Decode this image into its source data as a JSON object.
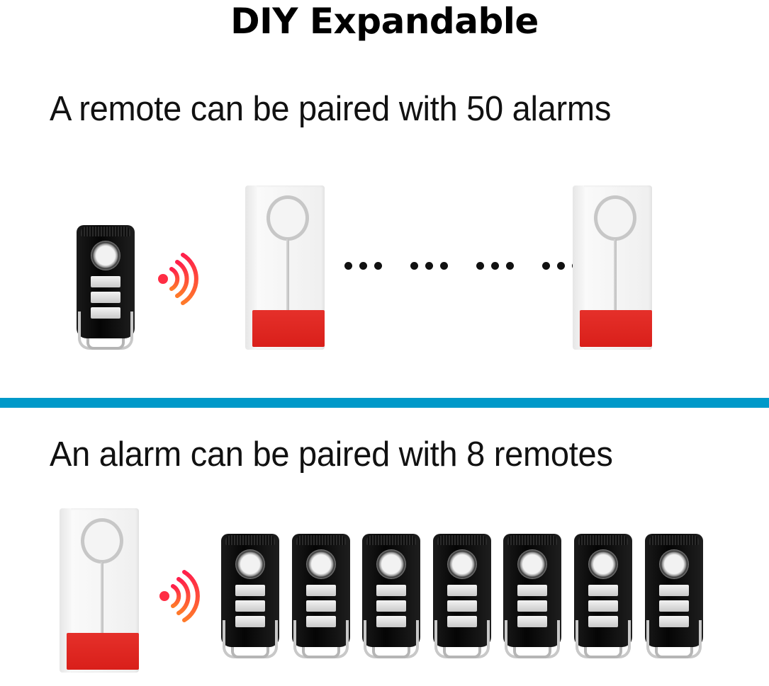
{
  "title": "DIY Expandable",
  "section_top": {
    "caption": "A remote can be paired with 50 alarms",
    "devices": [
      "remote",
      "signal",
      "alarm",
      "ellipsis",
      "alarm"
    ],
    "ellipsis_groups": 4
  },
  "divider_color": "#0099c9",
  "section_bottom": {
    "caption": "An alarm can be paired with 8 remotes",
    "devices": [
      "alarm",
      "signal",
      "remote",
      "remote",
      "remote",
      "remote",
      "remote",
      "remote",
      "remote"
    ],
    "remote_count_shown": 7
  },
  "colors": {
    "signal_gradient": [
      "#ff1f4b",
      "#ff7a2a"
    ],
    "alarm_red": "#e02a24",
    "remote_black": "#0a0a0a"
  },
  "icons": {
    "signal": "wireless-signal-icon",
    "remote": "key-fob-remote-icon",
    "alarm": "vibration-alarm-icon"
  }
}
